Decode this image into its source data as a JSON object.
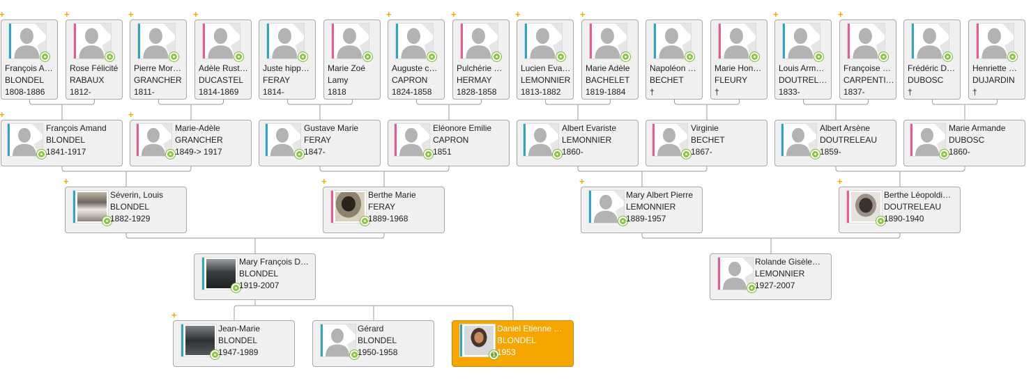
{
  "colors": {
    "male": "#2fa5c5",
    "female": "#e85b8d",
    "selected": "#f7a600",
    "badge": "#8dc63f",
    "expand": "#f7a600",
    "line": "#9a9a9a"
  },
  "expand_symbol": "+",
  "selected_badge": "1",
  "gen4": [
    {
      "name": "François A…",
      "surname": "BLONDEL",
      "dates": "1808-1886",
      "gender": "m",
      "plus": true
    },
    {
      "name": "Rose Félicité",
      "surname": "RABAUX",
      "dates": "1812-",
      "gender": "f",
      "plus": true
    },
    {
      "name": "Pierre Mor…",
      "surname": "GRANCHER",
      "dates": "1811-",
      "gender": "m",
      "plus": true
    },
    {
      "name": "Adèle Rust…",
      "surname": "DUCASTEL",
      "dates": "1814-1869",
      "gender": "f",
      "plus": true
    },
    {
      "name": "Juste hipp…",
      "surname": "FERAY",
      "dates": "1814-",
      "gender": "m",
      "plus": false
    },
    {
      "name": "Marie Zoé",
      "surname": "Lamy",
      "dates": "1818",
      "gender": "f",
      "plus": false
    },
    {
      "name": "Auguste c…",
      "surname": "CAPRON",
      "dates": "1824-1858",
      "gender": "m",
      "plus": true
    },
    {
      "name": "Pulchérie …",
      "surname": "HERMAY",
      "dates": "1828-1858",
      "gender": "f",
      "plus": true
    },
    {
      "name": "Lucien Eva…",
      "surname": "LEMONNIER",
      "dates": "1813-1882",
      "gender": "m",
      "plus": true
    },
    {
      "name": "Marie Adèle",
      "surname": "BACHELET",
      "dates": "1819-1884",
      "gender": "f",
      "plus": true
    },
    {
      "name": "Napoléon …",
      "surname": "BECHET",
      "dates": "†",
      "gender": "m",
      "plus": false
    },
    {
      "name": "Marie Hon…",
      "surname": "FLEURY",
      "dates": "†",
      "gender": "f",
      "plus": false
    },
    {
      "name": "Louis Arm…",
      "surname": "DOUTREL…",
      "dates": "1833-",
      "gender": "m",
      "plus": true
    },
    {
      "name": "Françoise …",
      "surname": "CARPENTI…",
      "dates": "1837-",
      "gender": "f",
      "plus": true
    },
    {
      "name": "Frédéric D…",
      "surname": "DUBOSC",
      "dates": "†",
      "gender": "m",
      "plus": false
    },
    {
      "name": "Henriette …",
      "surname": "DUJARDIN",
      "dates": "†",
      "gender": "f",
      "plus": false
    }
  ],
  "gen3": [
    {
      "name": "François Amand",
      "surname": "BLONDEL",
      "dates": "1841-1917",
      "gender": "m",
      "plus": true
    },
    {
      "name": "Marie-Adèle",
      "surname": "GRANCHER",
      "dates": "1849-> 1917",
      "gender": "f",
      "plus": true
    },
    {
      "name": "Gustave Marie",
      "surname": "FERAY",
      "dates": "1847-",
      "gender": "m",
      "plus": false
    },
    {
      "name": "Eléonore Emilie",
      "surname": "CAPRON",
      "dates": "1851",
      "gender": "f",
      "plus": false
    },
    {
      "name": "Albert Evariste",
      "surname": "LEMONNIER",
      "dates": "1860-",
      "gender": "m",
      "plus": false
    },
    {
      "name": "Virginie",
      "surname": "BECHET",
      "dates": "1867-",
      "gender": "f",
      "plus": false
    },
    {
      "name": "Albert Arsène",
      "surname": "DOUTRELEAU",
      "dates": "1859-",
      "gender": "m",
      "plus": false
    },
    {
      "name": "Marie Armande",
      "surname": "DUBOSC",
      "dates": "1860-",
      "gender": "f",
      "plus": false
    }
  ],
  "gen2": [
    {
      "name": "Séverin, Louis",
      "surname": "BLONDEL",
      "dates": "1882-1929",
      "gender": "m",
      "plus": true,
      "photo": "b"
    },
    {
      "name": "Berthe Marie",
      "surname": "FERAY",
      "dates": "1889-1968",
      "gender": "f",
      "plus": true,
      "photo": "c"
    },
    {
      "name": "Mary Albert Pierre",
      "surname": "LEMONNIER",
      "dates": "1889-1957",
      "gender": "m",
      "plus": true
    },
    {
      "name": "Berthe Léopoldi…",
      "surname": "DOUTRELEAU",
      "dates": "1890-1940",
      "gender": "f",
      "plus": true,
      "photo": "d"
    }
  ],
  "gen1": [
    {
      "name": "Mary François D…",
      "surname": "BLONDEL",
      "dates": "1919-2007",
      "gender": "m",
      "plus": false,
      "photo": "e"
    },
    {
      "name": "Rolande Gisèle…",
      "surname": "LEMONNIER",
      "dates": "1927-2007",
      "gender": "f",
      "plus": false
    }
  ],
  "gen0": [
    {
      "name": "Jean-Marie",
      "surname": "BLONDEL",
      "dates": "1947-1989",
      "gender": "m",
      "plus": true,
      "photo": "f"
    },
    {
      "name": "Gérard",
      "surname": "BLONDEL",
      "dates": "1950-1958",
      "gender": "m",
      "plus": false
    },
    {
      "name": "Daniel Etienne …",
      "surname": "BLONDEL",
      "dates": "1953",
      "gender": "m",
      "plus": false,
      "photo": "g",
      "selected": true
    }
  ]
}
